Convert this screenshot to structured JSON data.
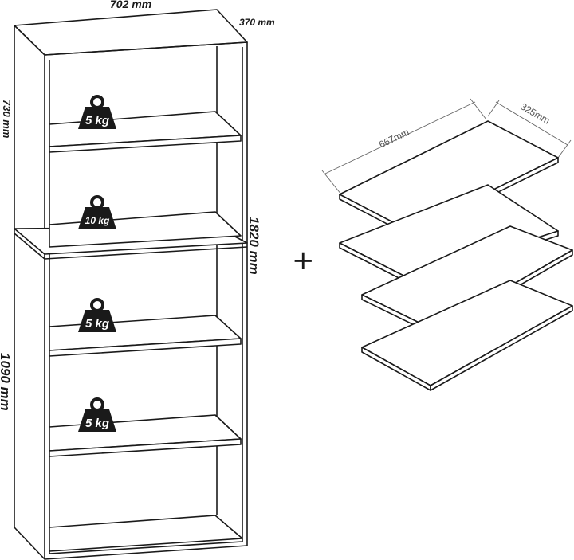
{
  "dimensions": {
    "top_width": "702 mm",
    "depth": "370 mm",
    "upper_height": "730 mm",
    "total_height": "1820 mm",
    "lower_height": "1090 mm"
  },
  "weights": [
    {
      "label": "5 kg"
    },
    {
      "label": "10 kg"
    },
    {
      "label": "5 kg"
    },
    {
      "label": "5 kg"
    }
  ],
  "plus_sign": "+",
  "extra_shelves": {
    "length": "667mm",
    "width": "325mm",
    "count": 4
  }
}
